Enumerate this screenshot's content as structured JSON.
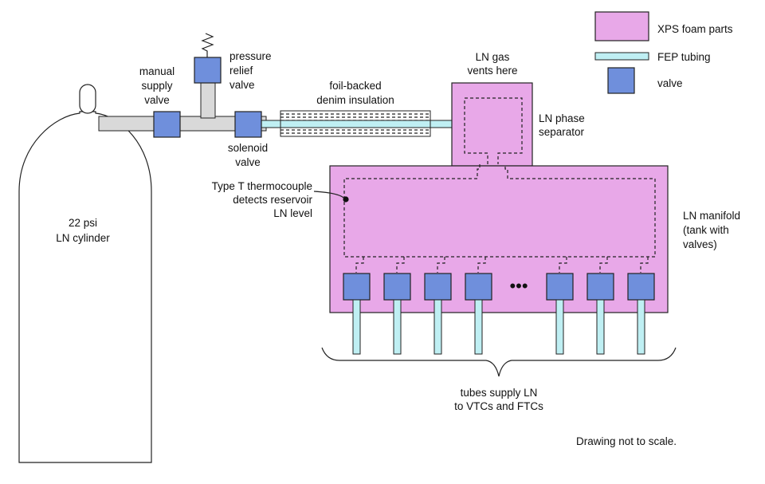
{
  "legend": {
    "foam": "XPS foam parts",
    "tubing": "FEP tubing",
    "valve": "valve",
    "colors": {
      "foam": "#e8a8e8",
      "tubing": "#bfeff3",
      "valve": "#6f8fdc",
      "pipe": "#d9d9d9"
    }
  },
  "labels": {
    "cylinder": [
      "22 psi",
      "LN cylinder"
    ],
    "manual_valve": [
      "manual",
      "supply",
      "valve"
    ],
    "pressure_relief": [
      "pressure",
      "relief",
      "valve"
    ],
    "solenoid": [
      "solenoid",
      "valve"
    ],
    "insulation": [
      "foil-backed",
      "denim insulation"
    ],
    "gas_vent": [
      "LN gas",
      "vents here"
    ],
    "phase_separator": [
      "LN phase",
      "separator"
    ],
    "thermocouple": [
      "Type T thermocouple",
      "detects reservoir",
      "LN level"
    ],
    "manifold": [
      "LN manifold",
      "(tank with",
      "valves)"
    ],
    "ellipsis": "•••",
    "tubes": [
      "tubes supply LN",
      "to VTCs and FTCs"
    ],
    "note": "Drawing not to scale."
  }
}
